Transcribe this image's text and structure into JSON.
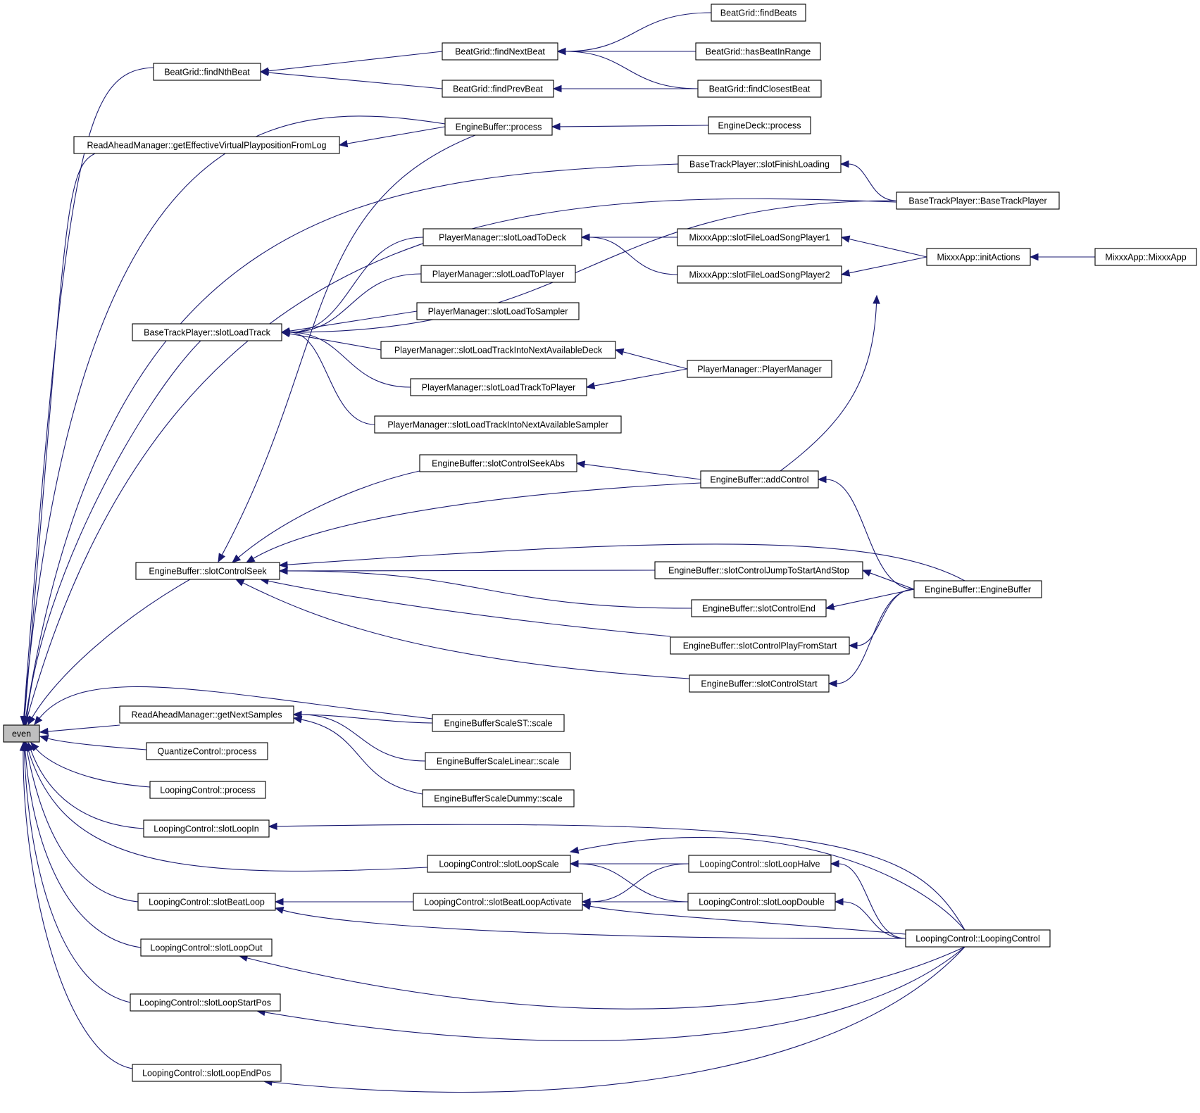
{
  "graph": {
    "root": "even",
    "colors": {
      "edge": "#191970",
      "node_border": "#000000",
      "root_fill": "#bfbfbf",
      "node_fill": "#ffffff"
    },
    "nodes": [
      {
        "id": "even",
        "label": "even"
      },
      {
        "id": "findNthBeat",
        "label": "BeatGrid::findNthBeat"
      },
      {
        "id": "findNextBeat",
        "label": "BeatGrid::findNextBeat"
      },
      {
        "id": "findPrevBeat",
        "label": "BeatGrid::findPrevBeat"
      },
      {
        "id": "findBeats",
        "label": "BeatGrid::findBeats"
      },
      {
        "id": "hasBeatInRange",
        "label": "BeatGrid::hasBeatInRange"
      },
      {
        "id": "findClosestBeat",
        "label": "BeatGrid::findClosestBeat"
      },
      {
        "id": "ebProcess",
        "label": "EngineBuffer::process"
      },
      {
        "id": "edProcess",
        "label": "EngineDeck::process"
      },
      {
        "id": "ramGetEff",
        "label": "ReadAheadManager::getEffectiveVirtualPlaypositionFromLog"
      },
      {
        "id": "btpFinish",
        "label": "BaseTrackPlayer::slotFinishLoading"
      },
      {
        "id": "btpCtor",
        "label": "BaseTrackPlayer::BaseTrackPlayer"
      },
      {
        "id": "pmLoadToDeck",
        "label": "PlayerManager::slotLoadToDeck"
      },
      {
        "id": "mxSong1",
        "label": "MixxxApp::slotFileLoadSongPlayer1"
      },
      {
        "id": "mxInit",
        "label": "MixxxApp::initActions"
      },
      {
        "id": "mxCtor",
        "label": "MixxxApp::MixxxApp"
      },
      {
        "id": "pmLoadToPlayer",
        "label": "PlayerManager::slotLoadToPlayer"
      },
      {
        "id": "mxSong2",
        "label": "MixxxApp::slotFileLoadSongPlayer2"
      },
      {
        "id": "pmLoadToSampler",
        "label": "PlayerManager::slotLoadToSampler"
      },
      {
        "id": "btpLoadTrack",
        "label": "BaseTrackPlayer::slotLoadTrack"
      },
      {
        "id": "pmNextDeck",
        "label": "PlayerManager::slotLoadTrackIntoNextAvailableDeck"
      },
      {
        "id": "pmCtor",
        "label": "PlayerManager::PlayerManager"
      },
      {
        "id": "pmTrackToPlayer",
        "label": "PlayerManager::slotLoadTrackToPlayer"
      },
      {
        "id": "pmNextSampler",
        "label": "PlayerManager::slotLoadTrackIntoNextAvailableSampler"
      },
      {
        "id": "ebSeekAbs",
        "label": "EngineBuffer::slotControlSeekAbs"
      },
      {
        "id": "ebAddControl",
        "label": "EngineBuffer::addControl"
      },
      {
        "id": "ebSeek",
        "label": "EngineBuffer::slotControlSeek"
      },
      {
        "id": "ebJump",
        "label": "EngineBuffer::slotControlJumpToStartAndStop"
      },
      {
        "id": "ebCtor",
        "label": "EngineBuffer::EngineBuffer"
      },
      {
        "id": "ebEnd",
        "label": "EngineBuffer::slotControlEnd"
      },
      {
        "id": "ebPlayFromStart",
        "label": "EngineBuffer::slotControlPlayFromStart"
      },
      {
        "id": "ebStart",
        "label": "EngineBuffer::slotControlStart"
      },
      {
        "id": "ramNext",
        "label": "ReadAheadManager::getNextSamples"
      },
      {
        "id": "ebsST",
        "label": "EngineBufferScaleST::scale"
      },
      {
        "id": "qcProcess",
        "label": "QuantizeControl::process"
      },
      {
        "id": "ebsLinear",
        "label": "EngineBufferScaleLinear::scale"
      },
      {
        "id": "lcProcess",
        "label": "LoopingControl::process"
      },
      {
        "id": "ebsDummy",
        "label": "EngineBufferScaleDummy::scale"
      },
      {
        "id": "lcLoopIn",
        "label": "LoopingControl::slotLoopIn"
      },
      {
        "id": "lcLoopScale",
        "label": "LoopingControl::slotLoopScale"
      },
      {
        "id": "lcLoopHalve",
        "label": "LoopingControl::slotLoopHalve"
      },
      {
        "id": "lcBeatLoop",
        "label": "LoopingControl::slotBeatLoop"
      },
      {
        "id": "lcBeatLoopAct",
        "label": "LoopingControl::slotBeatLoopActivate"
      },
      {
        "id": "lcLoopDouble",
        "label": "LoopingControl::slotLoopDouble"
      },
      {
        "id": "lcCtor",
        "label": "LoopingControl::LoopingControl"
      },
      {
        "id": "lcLoopOut",
        "label": "LoopingControl::slotLoopOut"
      },
      {
        "id": "lcStartPos",
        "label": "LoopingControl::slotLoopStartPos"
      },
      {
        "id": "lcEndPos",
        "label": "LoopingControl::slotLoopEndPos"
      }
    ],
    "edges": [
      {
        "from": "findNthBeat",
        "to": "even"
      },
      {
        "from": "ebProcess",
        "to": "even"
      },
      {
        "from": "ramGetEff",
        "to": "even"
      },
      {
        "from": "btpCtor",
        "to": "even"
      },
      {
        "from": "btpFinish",
        "to": "even"
      },
      {
        "from": "btpLoadTrack",
        "to": "even"
      },
      {
        "from": "ebSeek",
        "to": "even"
      },
      {
        "from": "ebsST",
        "to": "even"
      },
      {
        "from": "ramNext",
        "to": "even"
      },
      {
        "from": "qcProcess",
        "to": "even"
      },
      {
        "from": "lcProcess",
        "to": "even"
      },
      {
        "from": "lcLoopIn",
        "to": "even"
      },
      {
        "from": "lcLoopScale",
        "to": "even"
      },
      {
        "from": "lcBeatLoop",
        "to": "even"
      },
      {
        "from": "lcLoopOut",
        "to": "even"
      },
      {
        "from": "lcStartPos",
        "to": "even"
      },
      {
        "from": "lcEndPos",
        "to": "even"
      },
      {
        "from": "findNextBeat",
        "to": "findNthBeat"
      },
      {
        "from": "findPrevBeat",
        "to": "findNthBeat"
      },
      {
        "from": "findBeats",
        "to": "findNextBeat"
      },
      {
        "from": "hasBeatInRange",
        "to": "findNextBeat"
      },
      {
        "from": "findClosestBeat",
        "to": "findNextBeat"
      },
      {
        "from": "findClosestBeat",
        "to": "findPrevBeat"
      },
      {
        "from": "edProcess",
        "to": "ebProcess"
      },
      {
        "from": "ebProcess",
        "to": "ramGetEff"
      },
      {
        "from": "btpCtor",
        "to": "btpFinish"
      },
      {
        "from": "pmLoadToDeck",
        "to": "btpLoadTrack"
      },
      {
        "from": "pmLoadToPlayer",
        "to": "btpLoadTrack"
      },
      {
        "from": "pmLoadToSampler",
        "to": "btpLoadTrack"
      },
      {
        "from": "pmNextDeck",
        "to": "btpLoadTrack"
      },
      {
        "from": "pmTrackToPlayer",
        "to": "btpLoadTrack"
      },
      {
        "from": "pmNextSampler",
        "to": "btpLoadTrack"
      },
      {
        "from": "btpCtor",
        "to": "btpLoadTrack"
      },
      {
        "from": "mxSong1",
        "to": "pmLoadToDeck"
      },
      {
        "from": "mxSong2",
        "to": "pmLoadToDeck"
      },
      {
        "from": "mxInit",
        "to": "mxSong1"
      },
      {
        "from": "mxInit",
        "to": "mxSong2"
      },
      {
        "from": "mxCtor",
        "to": "mxInit"
      },
      {
        "from": "pmCtor",
        "to": "pmNextDeck"
      },
      {
        "from": "pmCtor",
        "to": "pmTrackToPlayer"
      },
      {
        "from": "ebAddControl",
        "to": "btpCtor"
      },
      {
        "from": "ebAddControl",
        "to": "ebSeekAbs"
      },
      {
        "from": "ebSeekAbs",
        "to": "ebSeek"
      },
      {
        "from": "ebAddControl",
        "to": "ebSeek"
      },
      {
        "from": "ebCtor",
        "to": "ebSeek"
      },
      {
        "from": "ebJump",
        "to": "ebSeek"
      },
      {
        "from": "ebEnd",
        "to": "ebSeek"
      },
      {
        "from": "ebPlayFromStart",
        "to": "ebSeek"
      },
      {
        "from": "ebStart",
        "to": "ebSeek"
      },
      {
        "from": "ebProcess",
        "to": "ebSeek"
      },
      {
        "from": "ebCtor",
        "to": "ebAddControl"
      },
      {
        "from": "ebCtor",
        "to": "ebJump"
      },
      {
        "from": "ebCtor",
        "to": "ebEnd"
      },
      {
        "from": "ebCtor",
        "to": "ebPlayFromStart"
      },
      {
        "from": "ebCtor",
        "to": "ebStart"
      },
      {
        "from": "ebsST",
        "to": "ramNext"
      },
      {
        "from": "ebsLinear",
        "to": "ramNext"
      },
      {
        "from": "ebsDummy",
        "to": "ramNext"
      },
      {
        "from": "lcCtor",
        "to": "lcLoopIn"
      },
      {
        "from": "lcCtor",
        "to": "lcLoopScale"
      },
      {
        "from": "lcLoopHalve",
        "to": "lcLoopScale"
      },
      {
        "from": "lcLoopDouble",
        "to": "lcLoopScale"
      },
      {
        "from": "lcCtor",
        "to": "lcLoopHalve"
      },
      {
        "from": "lcBeatLoopAct",
        "to": "lcBeatLoop"
      },
      {
        "from": "lcCtor",
        "to": "lcBeatLoop"
      },
      {
        "from": "lcLoopHalve",
        "to": "lcBeatLoopAct"
      },
      {
        "from": "lcLoopDouble",
        "to": "lcBeatLoopAct"
      },
      {
        "from": "lcCtor",
        "to": "lcBeatLoopAct"
      },
      {
        "from": "lcCtor",
        "to": "lcLoopDouble"
      },
      {
        "from": "lcCtor",
        "to": "lcLoopOut"
      },
      {
        "from": "lcCtor",
        "to": "lcStartPos"
      },
      {
        "from": "lcCtor",
        "to": "lcEndPos"
      }
    ]
  }
}
